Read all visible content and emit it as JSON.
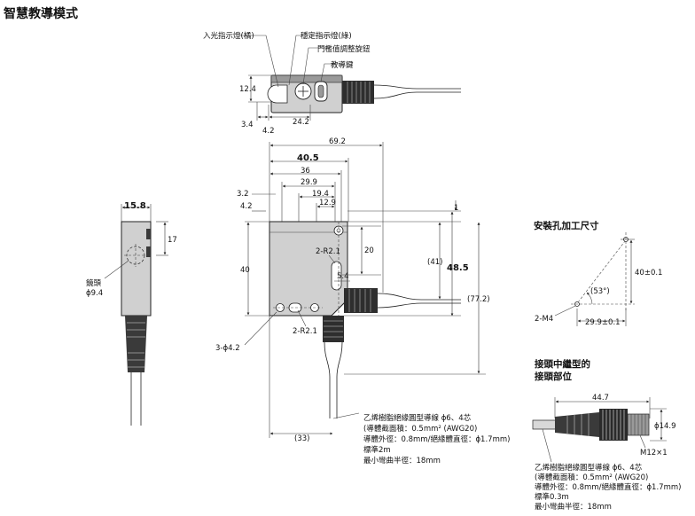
{
  "title": "智慧教導模式",
  "top_view": {
    "labels": {
      "incident_led": "入光指示燈(橘)",
      "stable_led": "穩定指示燈(綠)",
      "threshold_knob": "門檻值調整旋鈕",
      "teach_button": "教導鍵"
    },
    "dims": {
      "height": "12.4",
      "d1": "3.4",
      "d2": "4.2",
      "d3": "24.2"
    }
  },
  "front_view": {
    "dims": {
      "total": "69.2",
      "d405": "40.5",
      "d36": "36",
      "d299": "29.9",
      "d194": "19.4",
      "d129": "12.9",
      "d32": "3.2",
      "d42": "4.2",
      "d1": "1",
      "d20": "20",
      "d40": "40",
      "d41": "(41)",
      "d485": "48.5",
      "d772": "(77.2)",
      "d54": "5.4",
      "d33": "(33)"
    },
    "labels": {
      "r21a": "2-R2.1",
      "r21b": "2-R2.1",
      "holes": "3-ϕ4.2"
    }
  },
  "side_view": {
    "dims": {
      "width": "15.8",
      "d17": "17"
    },
    "lens_label": "鏡頭",
    "lens_dim": "ϕ9.4"
  },
  "cable_spec": {
    "line1": "乙烯樹脂絕緣圓型導線 ϕ6、4芯",
    "line2": "(導體截面積：0.5mm² (AWG20)",
    "line3": "導體外徑：0.8mm/絕緣體直徑：ϕ1.7mm)",
    "line4": "標準2m",
    "line5": "最小彎曲半徑：18mm"
  },
  "mounting": {
    "title": "安裝孔加工尺寸",
    "d40": "40±0.1",
    "angle": "(53°)",
    "m4": "2-M4",
    "d299": "29.9±0.1"
  },
  "connector": {
    "title_line1": "接頭中繼型的",
    "title_line2": "接頭部位",
    "d447": "44.7",
    "d149": "ϕ14.9",
    "m12": "M12×1",
    "spec": {
      "line1": "乙烯樹脂絕緣圓型導線 ϕ6、4芯",
      "line2": "(導體截面積：0.5mm² (AWG20)",
      "line3": "導體外徑：0.8mm/絕緣體直徑：ϕ1.7mm)",
      "line4": "標準0.3m",
      "line5": "最小彎曲半徑：18mm"
    }
  }
}
